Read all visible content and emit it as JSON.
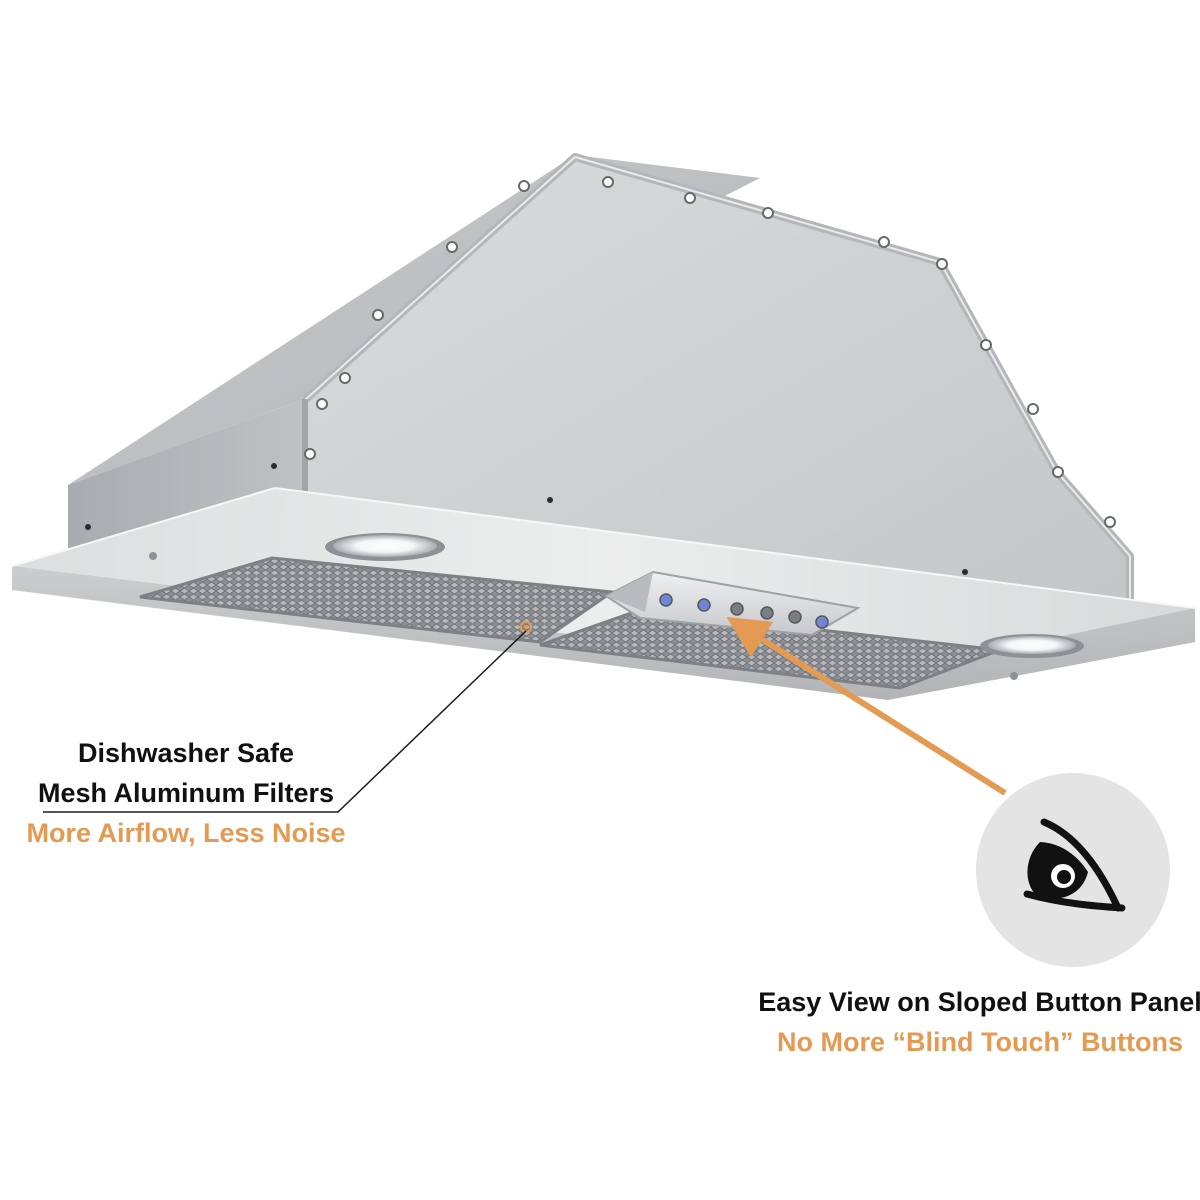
{
  "callouts": {
    "filters": {
      "title_line1": "Dishwasher Safe",
      "title_line2": "Mesh Aluminum Filters",
      "subtitle": "More Airflow, Less Noise"
    },
    "button_panel": {
      "title": "Easy View on Sloped Button Panel",
      "subtitle": "No More “Blind Touch” Buttons"
    }
  },
  "icons": {
    "eye": "eye-icon"
  },
  "colors": {
    "accent": "#e49a52",
    "text_dark": "#111111",
    "steel": "#c9cbcd",
    "icon_circle": "#e4e4e4"
  }
}
